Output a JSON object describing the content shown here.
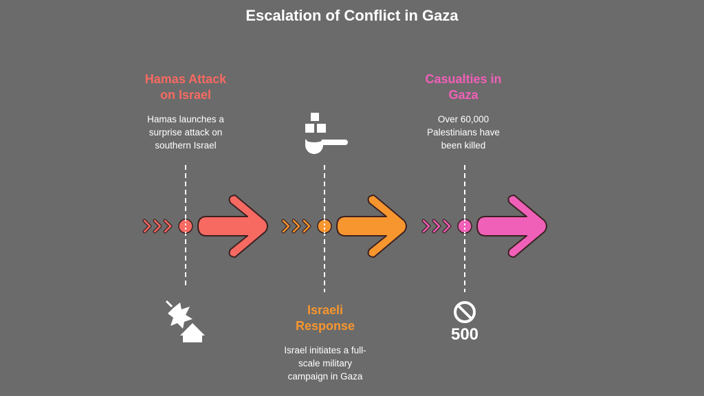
{
  "title": "Escalation of Conflict in Gaza",
  "colors": {
    "background": "#6b6b6b",
    "red": "#f76a62",
    "orange": "#f7962f",
    "pink": "#f060b8"
  },
  "events": [
    {
      "heading_line1": "Hamas Attack",
      "heading_line2": "on Israel",
      "description": [
        "Hamas launches a",
        "surprise attack on",
        "southern Israel"
      ],
      "icon": "explosion-house-icon"
    },
    {
      "heading_line1": "Israeli",
      "heading_line2": "Response",
      "description": [
        "Israel initiates a full-",
        "scale military",
        "campaign in Gaza"
      ],
      "icon": "food-scoop-icon"
    },
    {
      "heading_line1": "Casualties in",
      "heading_line2": "Gaza",
      "description": [
        "Over 60,000",
        "Palestinians have",
        "been killed"
      ],
      "icon": "prohibited-icon",
      "icon_label": "500"
    }
  ]
}
